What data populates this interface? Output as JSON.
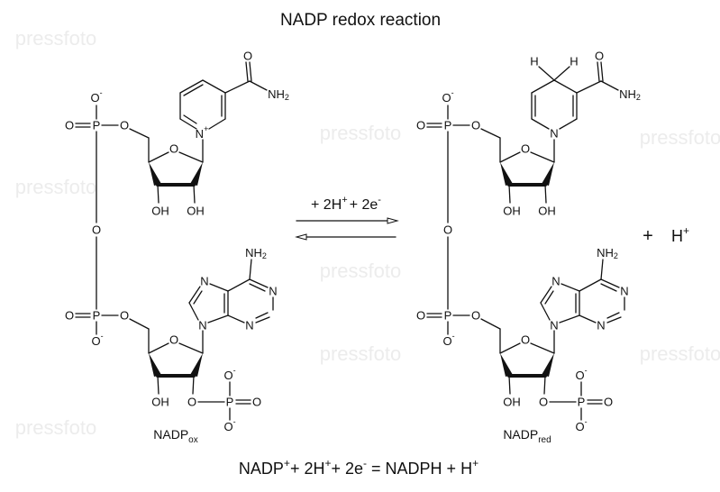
{
  "title": "NADP redox reaction",
  "watermark": "pressfoto",
  "atoms": {
    "O": "O",
    "P": "P",
    "OH": "OH",
    "N": "N",
    "NH": "NH",
    "two": "2",
    "H": "H",
    "minus": "-",
    "plus": "+"
  },
  "labels": {
    "ox_main": "NADP",
    "ox_sub": "ox",
    "red_main": "NADP",
    "red_sub": "red"
  },
  "arrow_text": {
    "a": "+ 2H",
    "plus": "+",
    "b": "+ 2e",
    "minus": "-"
  },
  "byproduct": {
    "plus": "+",
    "h": "H",
    "charge": "+"
  },
  "equation": {
    "p1": "NADP",
    "s1": "+",
    "p2": "+ 2H",
    "s2": "+",
    "p3": "+ 2e",
    "s3": "-",
    "p4": " = NADPH + H",
    "s4": "+"
  }
}
